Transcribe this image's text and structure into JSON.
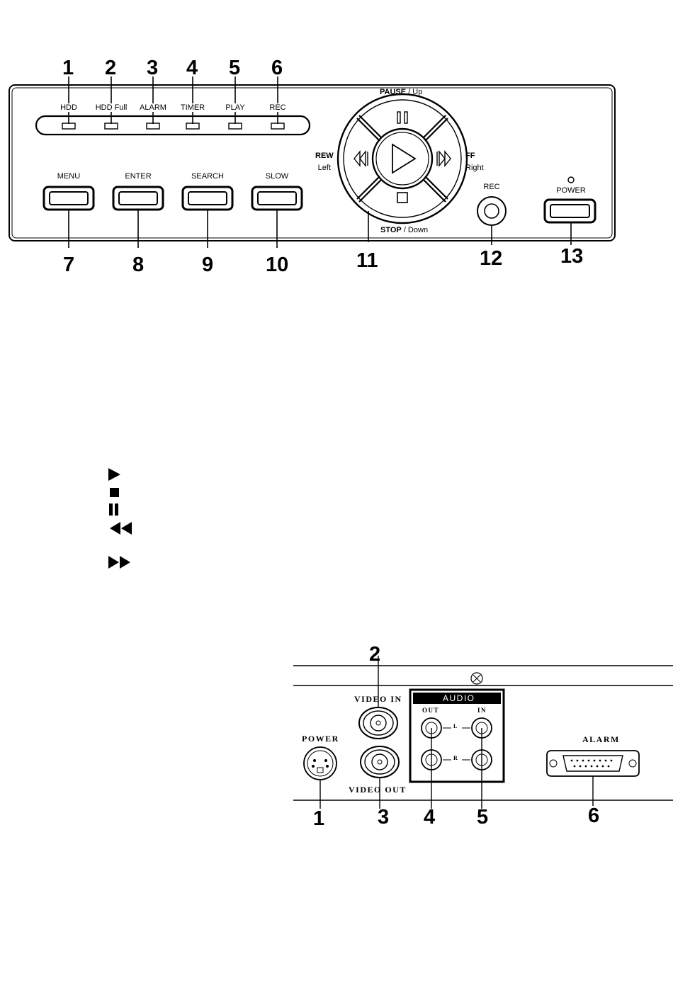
{
  "front_panel": {
    "leds": [
      {
        "number": "1",
        "label": "HDD"
      },
      {
        "number": "2",
        "label": "HDD Full"
      },
      {
        "number": "3",
        "label": "ALARM"
      },
      {
        "number": "4",
        "label": "TIMER"
      },
      {
        "number": "5",
        "label": "PLAY"
      },
      {
        "number": "6",
        "label": "REC"
      }
    ],
    "buttons": [
      {
        "number": "7",
        "label": "MENU"
      },
      {
        "number": "8",
        "label": "ENTER"
      },
      {
        "number": "9",
        "label": "SEARCH"
      },
      {
        "number": "10",
        "label": "SLOW"
      }
    ],
    "dpad": {
      "number": "11",
      "up_bold": "PAUSE",
      "up_rest": " / Up",
      "down_bold": "STOP",
      "down_rest": " / Down",
      "left_bold": "REW",
      "left_rest": "Left",
      "right_bold": "FF",
      "right_rest": "Right"
    },
    "rec": {
      "number": "12",
      "label": "REC"
    },
    "power": {
      "number": "13",
      "label": "POWER"
    }
  },
  "legend": [
    {
      "icon": "play-icon"
    },
    {
      "icon": "stop-icon"
    },
    {
      "icon": "pause-icon"
    },
    {
      "icon": "rewind-icon"
    },
    {
      "icon": "fast-forward-icon"
    }
  ],
  "rear_panel": {
    "labels": {
      "power": "POWER",
      "video_in": "VIDEO IN",
      "video_out": "VIDEO OUT",
      "audio": "AUDIO",
      "audio_out": "OUT",
      "audio_in": "IN",
      "left": "L",
      "right": "R",
      "alarm": "ALARM"
    },
    "numbers": [
      "1",
      "2",
      "3",
      "4",
      "5",
      "6"
    ]
  }
}
